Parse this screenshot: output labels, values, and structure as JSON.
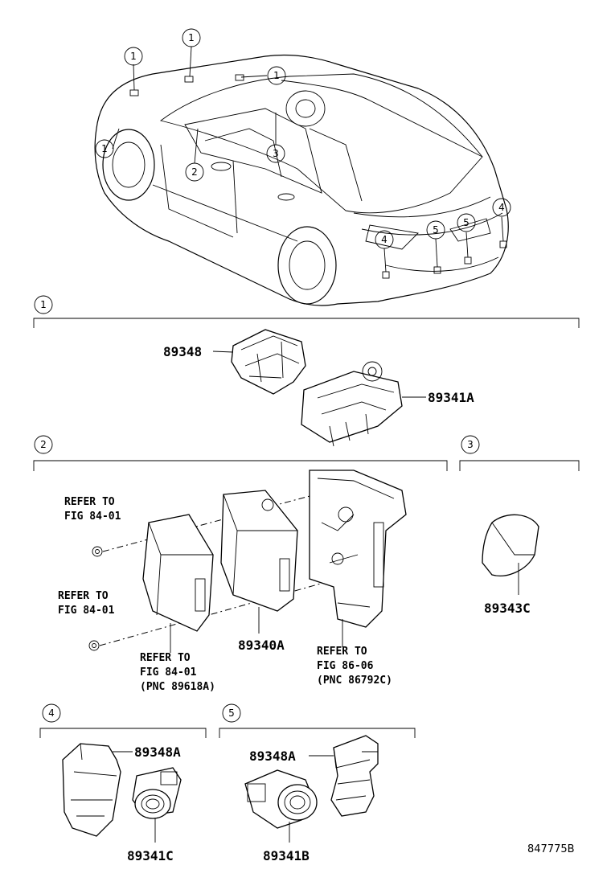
{
  "car_callouts": [
    "1",
    "1",
    "1",
    "1",
    "2",
    "3",
    "4",
    "4",
    "5",
    "5"
  ],
  "sections": [
    {
      "num": "1"
    },
    {
      "num": "2"
    },
    {
      "num": "3"
    },
    {
      "num": "4"
    },
    {
      "num": "5"
    }
  ],
  "parts": {
    "p89348": "89348",
    "p89341A": "89341A",
    "p89343C": "89343C",
    "p89340A": "89340A",
    "p89348A_4": "89348A",
    "p89341C": "89341C",
    "p89348A_5": "89348A",
    "p89341B": "89341B"
  },
  "notes": {
    "refer1_l1": "REFER TO",
    "refer1_l2": "FIG 84-01",
    "refer2_l1": "REFER TO",
    "refer2_l2": "FIG 84-01",
    "refer3_l1": "REFER TO",
    "refer3_l2": "FIG 84-01",
    "refer3_l3": "(PNC 89618A)",
    "refer4_l1": "REFER TO",
    "refer4_l2": "FIG 86-06",
    "refer4_l3": "(PNC 86792C)"
  },
  "diagram_code": "847775B"
}
